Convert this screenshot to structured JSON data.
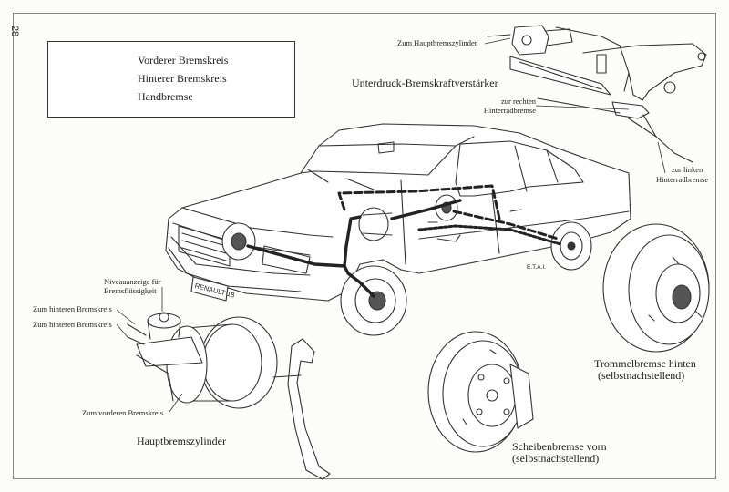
{
  "page_number": "28",
  "legend": {
    "items": [
      {
        "label": "Vorderer Bremskreis",
        "style": "solid"
      },
      {
        "label": "Hinterer Bremskreis",
        "style": "dashed"
      },
      {
        "label": "Handbremse",
        "style": "dotted"
      }
    ]
  },
  "labels": {
    "zum_hauptbremszylinder": "Zum Hauptbremszylinder",
    "unterdruck": "Unterdruck-Bremskraftverstärker",
    "zur_rechten": "zur rechten",
    "hinterradbremse_r": "Hinterradbremse",
    "zur_linken": "zur linken",
    "hinterradbremse_l": "Hinterradbremse",
    "niveau_1": "Niveauanzeige für",
    "niveau_2": "Bremsflüssigkeit",
    "zum_hinteren_1": "Zum hinteren Bremskreis",
    "zum_hinteren_2": "Zum hinteren Bremskreis",
    "zum_vorderen": "Zum vorderen Bremskreis",
    "hauptbremszylinder": "Hauptbremszylinder",
    "trommel_1": "Trommelbremse hinten",
    "trommel_2": "(selbstnachstellend)",
    "scheiben_1": "Scheibenbremse vorn",
    "scheiben_2": "(selbstnachstellend)",
    "plate": "RENAULT 18",
    "signature": "E.T.A.I."
  },
  "colors": {
    "ink": "#222222",
    "paper": "#fcfcfa"
  }
}
